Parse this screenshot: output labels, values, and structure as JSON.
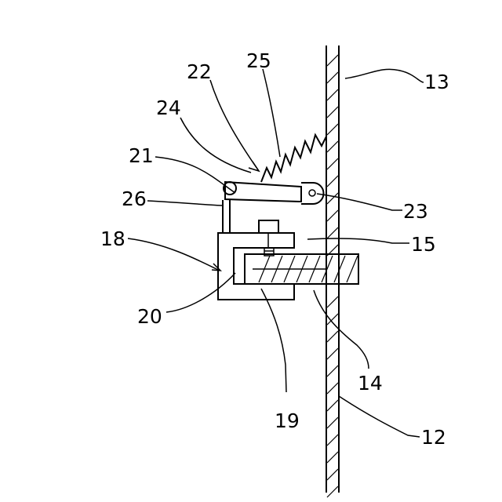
{
  "labels": {
    "l12": "12",
    "l13": "13",
    "l14": "14",
    "l15": "15",
    "l18": "18",
    "l19": "19",
    "l20": "20",
    "l21": "21",
    "l22": "22",
    "l23": "23",
    "l24": "24",
    "l25": "25",
    "l26": "26"
  }
}
